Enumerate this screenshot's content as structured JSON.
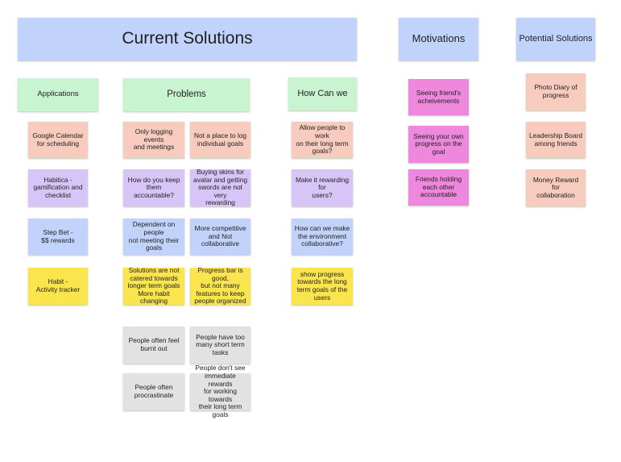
{
  "headers": {
    "current_solutions": "Current Solutions",
    "motivations": "Motivations",
    "potential_solutions": "Potential Solutions",
    "applications": "Applications",
    "problems": "Problems",
    "how_can_we": "How Can we"
  },
  "applications": [
    "Google Calendar\nfor scheduling",
    "Habitica -\ngamification and\nchecklist",
    "Step Bet -\n$$ rewards",
    "Habit -\nActivity tracker"
  ],
  "problems_left": [
    "Only logging events\nand meetings",
    "How do you keep\nthem accountable?",
    "Dependent on people\nnot meeting their\ngoals",
    "Solutions are not\ncatered towards\nlonger term goals\nMore habit changing",
    "People often feel\nburnt out",
    "People often\nprocrastinate"
  ],
  "problems_right": [
    "Not a place to log\nindividual goals",
    "Buying skins for\navatar and getting\nswords are not very\nrewarding",
    "More competitive\nand Not collaborative",
    "Progress bar is good,\nbut not many\nfeatures to keep\npeople organized",
    "People have too\nmany short term\ntasks",
    "People don't see\nimmediate rewards\nfor working towards\ntheir long term goals"
  ],
  "how_can_we": [
    "Allow people to work\non their long term\ngoals?",
    "Make it rewarding for\nusers?",
    "How can we make\nthe environment\ncollaborative?",
    "show progress\ntowards the long\nterm goals of the\nusers"
  ],
  "motivations": [
    "Seeing friend's\nacheivements",
    "Seeing your own\nprogress on the\ngoal",
    "Friends holding\neach other\naccountable"
  ],
  "potential_solutions": [
    "Photo Diary of\nprogress",
    "Leadership Board\namong friends",
    "Money Reward for\ncollaboration"
  ],
  "colors": {
    "header_blue": "#c2d3fb",
    "header_green": "#c8f5cf",
    "salmon": "#f7cbbd",
    "purple": "#d8c5f8",
    "blue": "#c2d3fb",
    "yellow": "#fbe54f",
    "gray": "#e2e2e2",
    "pink": "#ee88dd"
  }
}
